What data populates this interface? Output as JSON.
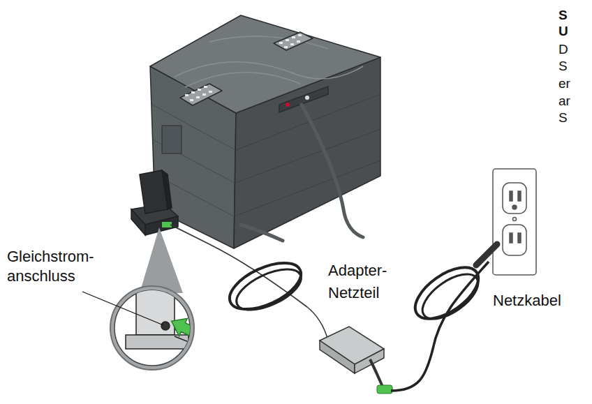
{
  "diagram": {
    "labels": [
      "S",
      "U",
      "D",
      "S",
      "er",
      "ar",
      "S",
      "Gleichstrom- anschluss",
      "Adapter- Netzteil",
      "Netzkabel"
    ]
  }
}
